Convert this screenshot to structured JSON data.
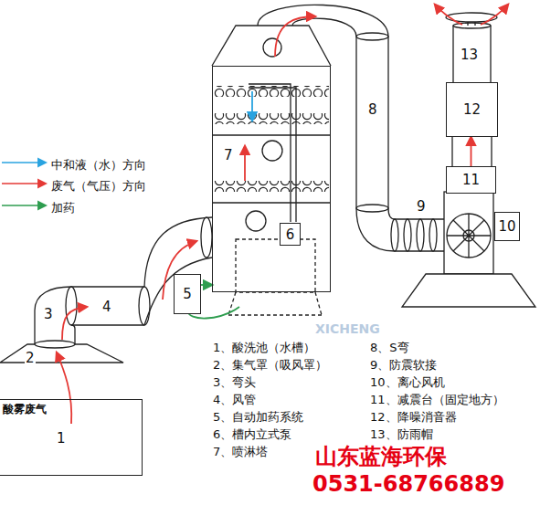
{
  "diagram": {
    "nodes": [
      {
        "text": [
          "酸雾废气",
          "1"
        ]
      },
      {
        "text": [
          "5"
        ]
      },
      {
        "text": [
          "7"
        ]
      },
      {
        "text": [
          "6"
        ],
        "in": 2
      },
      {
        "text": [
          "11"
        ]
      },
      {
        "text": [
          "12"
        ]
      },
      {
        "text": [
          "10"
        ]
      }
    ],
    "edges": [
      {
        "from": 1,
        "to": 2,
        "arrow": "to"
      },
      {
        "from": 4,
        "to": 5,
        "arrow": "to"
      }
    ],
    "labels": [
      "2",
      "3",
      "4",
      "8",
      "9",
      "13",
      "1、酸洗池（水槽）",
      "2、集气罩（吸风罩）",
      "3、弯头",
      "4、风管",
      "5、自动加药系统",
      "6、槽内立式泵",
      "7、喷淋塔",
      "8、S弯",
      "9、防震软接",
      "10、离心风机",
      "11、减震台（固定地方）",
      "12、降噪消音器",
      "13、防雨帽",
      "山东蓝海环保",
      "0531-68766889",
      "XICHENG"
    ],
    "legend": [
      {
        "text": "中和液（水）方向"
      },
      {
        "text": "废气（气压）方向"
      },
      {
        "text": "加药"
      }
    ]
  }
}
